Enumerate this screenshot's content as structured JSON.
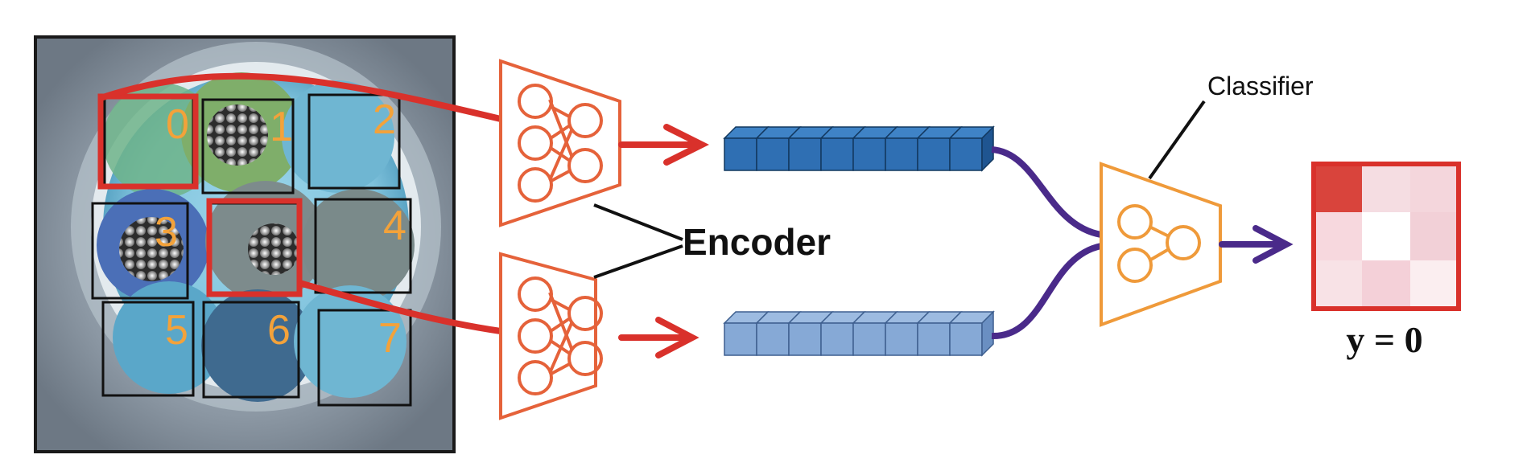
{
  "patches": [
    {
      "id": "patch-0",
      "label": "0"
    },
    {
      "id": "patch-1",
      "label": "1"
    },
    {
      "id": "patch-2",
      "label": "2"
    },
    {
      "id": "patch-3",
      "label": "3"
    },
    {
      "id": "patch-4",
      "label": "4"
    },
    {
      "id": "patch-5",
      "label": "5"
    },
    {
      "id": "patch-6",
      "label": "6"
    },
    {
      "id": "patch-7",
      "label": "7"
    }
  ],
  "labels": {
    "encoder": "Encoder",
    "classifier": "Classifier",
    "output": "y = 0"
  },
  "output_grid": {
    "rows": 3,
    "cols": 3,
    "highlighted_cell": 0
  },
  "colors": {
    "selection": "#d9312b",
    "encoder": "#e5623a",
    "classifier": "#ef9a3a",
    "patch_label": "#f3a23a",
    "embedding_dark": "#2f6fb3",
    "embedding_light": "#86a9d6",
    "link": "#4a2a8a",
    "grid_border": "#d9312b"
  }
}
